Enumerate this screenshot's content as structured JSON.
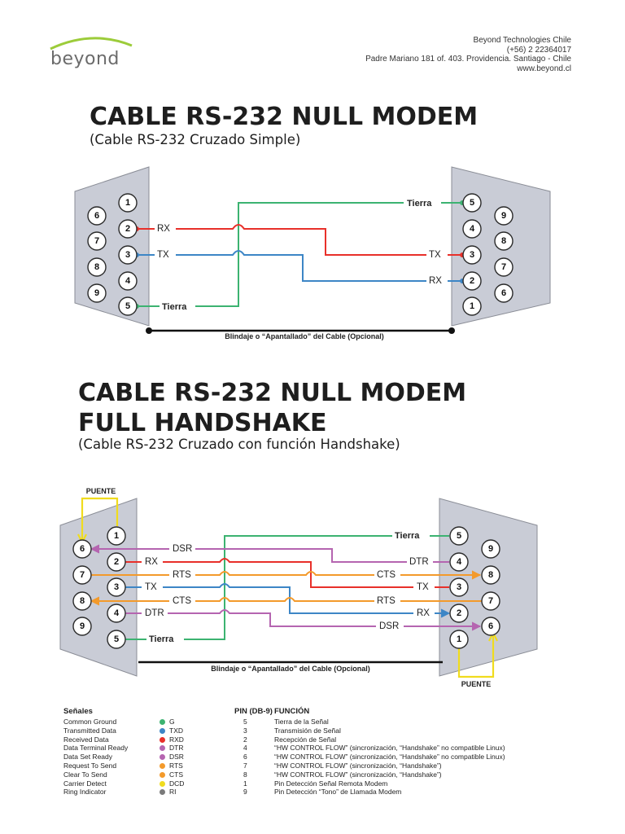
{
  "header": {
    "logo_text": "beyond",
    "company_lines": [
      "Beyond Technologies Chile",
      "(+56) 2 22364017",
      "Padre Mariano 181 of. 403. Providencia. Santiago - Chile",
      "www.beyond.cl"
    ]
  },
  "section1": {
    "title": "CABLE RS-232 NULL MODEM",
    "subtitle": "(Cable RS-232 Cruzado Simple)",
    "left_pins": [
      "1",
      "2",
      "3",
      "4",
      "5",
      "6",
      "7",
      "8",
      "9"
    ],
    "right_pins": [
      "5",
      "4",
      "3",
      "2",
      "1",
      "9",
      "8",
      "7",
      "6"
    ],
    "labels": {
      "rx": "RX",
      "tx": "TX",
      "gnd_left": "Tierra",
      "gnd_right": "Tierra",
      "tx_right": "TX",
      "rx_right": "RX"
    },
    "shield_label": "Blindaje o “Apantallado” del Cable (Opcional)"
  },
  "section2": {
    "title_line1": "CABLE RS-232 NULL MODEM",
    "title_line2": "FULL HANDSHAKE",
    "subtitle": "(Cable RS-232 Cruzado con función Handshake)",
    "left_pins": [
      "1",
      "2",
      "3",
      "4",
      "5",
      "6",
      "7",
      "8",
      "9"
    ],
    "right_pins": [
      "5",
      "4",
      "3",
      "2",
      "1",
      "9",
      "8",
      "7",
      "6"
    ],
    "left_labels": {
      "dsr": "DSR",
      "rx": "RX",
      "rts": "RTS",
      "tx": "TX",
      "cts": "CTS",
      "dtr": "DTR",
      "gnd": "Tierra"
    },
    "right_labels": {
      "gnd": "Tierra",
      "dtr": "DTR",
      "cts": "CTS",
      "tx": "TX",
      "rts": "RTS",
      "rx": "RX",
      "dsr": "DSR"
    },
    "puente_top": "PUENTE",
    "puente_bottom": "PUENTE",
    "shield_label": "Blindaje o “Apantallado” del Cable (Opcional)"
  },
  "colors": {
    "green": "#3cb371",
    "blue": "#3d86c6",
    "red": "#e8302a",
    "purple": "#b565b0",
    "orange": "#f39a2b",
    "yellow": "#f0dc1e",
    "gray": "#7a7a7a",
    "connector": "#c9ccd6"
  },
  "legend": {
    "headers": {
      "signals": "Señales",
      "pin": "PIN (DB-9)",
      "function": "FUNCIÓN"
    },
    "rows": [
      {
        "name": "Common Ground",
        "color": "#3cb371",
        "code": "G",
        "pin": "5",
        "function": "Tierra de la Señal"
      },
      {
        "name": "Transmitted Data",
        "color": "#3d86c6",
        "code": "TXD",
        "pin": "3",
        "function": "Transmisión de Señal"
      },
      {
        "name": "Received Data",
        "color": "#e8302a",
        "code": "RXD",
        "pin": "2",
        "function": "Recepción de Señal"
      },
      {
        "name": "Data Terminal Ready",
        "color": "#b565b0",
        "code": "DTR",
        "pin": "4",
        "function": "“HW CONTROL FLOW” (sincronización, “Handshake” no compatible Linux)"
      },
      {
        "name": "Data Set Ready",
        "color": "#b565b0",
        "code": "DSR",
        "pin": "6",
        "function": "“HW CONTROL FLOW” (sincronización, “Handshake” no compatible Linux)"
      },
      {
        "name": "Request To Send",
        "color": "#f39a2b",
        "code": "RTS",
        "pin": "7",
        "function": "“HW CONTROL FLOW” (sincronización, “Handshake”)"
      },
      {
        "name": "Clear To Send",
        "color": "#f39a2b",
        "code": "CTS",
        "pin": "8",
        "function": "“HW CONTROL FLOW” (sincronización, “Handshake”)"
      },
      {
        "name": "Carrier Detect",
        "color": "#f0dc1e",
        "code": "DCD",
        "pin": "1",
        "function": "Pin Detección Señal Remota Modem"
      },
      {
        "name": "Ring Indicator",
        "color": "#7a7a7a",
        "code": "RI",
        "pin": "9",
        "function": "Pin Detección “Tono” de Llamada Modem"
      }
    ]
  }
}
